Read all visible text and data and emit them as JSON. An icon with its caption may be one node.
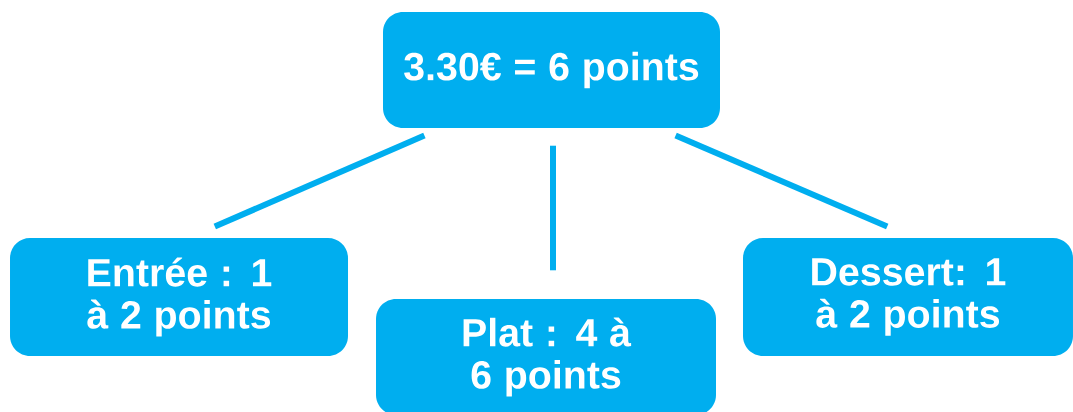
{
  "diagram": {
    "nodes": [
      {
        "text": [
          "3.30€ = 6 points"
        ]
      },
      {
        "text": [
          "Entrée : 1 à 2 points"
        ]
      },
      {
        "text": [
          "Plat : 4 à 6 points"
        ]
      },
      {
        "text": [
          "Dessert: 1 à 2 points"
        ]
      }
    ],
    "edges": [
      {
        "from": 0,
        "to": 1,
        "arrow": "none"
      },
      {
        "from": 0,
        "to": 2,
        "arrow": "none"
      },
      {
        "from": 0,
        "to": 3,
        "arrow": "none"
      }
    ]
  }
}
